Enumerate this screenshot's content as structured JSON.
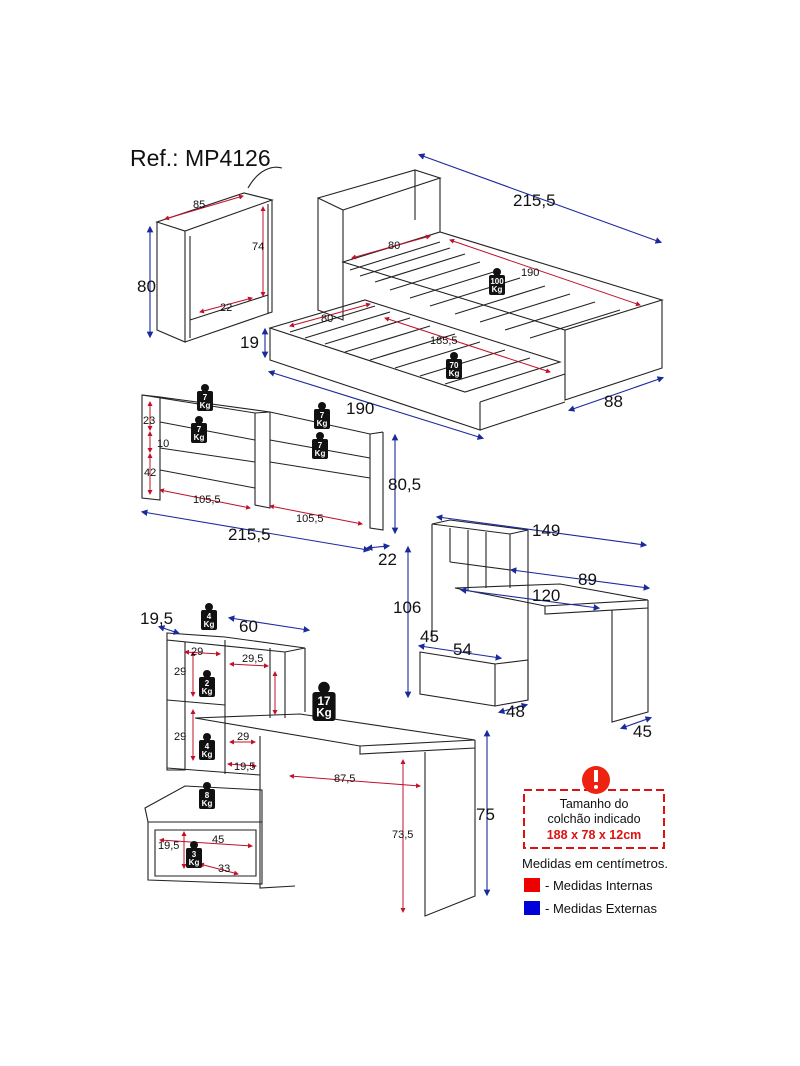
{
  "ref": "Ref.: MP4126",
  "colors": {
    "external": "#1a2a9c",
    "internal": "#c0102a",
    "weight_badge": "#111111",
    "warning_red": "#dd1111"
  },
  "bed": {
    "nightstand": {
      "width": "85",
      "height": "80",
      "inner_height": "74",
      "inner_depth": "22"
    },
    "length": "215,5",
    "width": "88",
    "height_label": "190",
    "mattress_top_w": "80",
    "mattress_top_l": "190",
    "trundle_w": "80",
    "trundle_l": "185,5",
    "trundle_h": "19",
    "weights": {
      "top": [
        "100",
        "Kg"
      ],
      "trundle": [
        "70",
        "Kg"
      ]
    }
  },
  "shelf": {
    "top": "23",
    "mid": "10",
    "bottom": "42",
    "left_w": "105,5",
    "right_w": "105,5",
    "width": "215,5",
    "height": "80,5",
    "depth": "22",
    "weight": [
      "7",
      "Kg"
    ]
  },
  "desk_right": {
    "width": "149",
    "top": "89",
    "desk": "120",
    "height": "106",
    "drawer_a": "45",
    "drawer_b": "54",
    "depth": "48",
    "desk_depth": "45"
  },
  "desk_left": {
    "depth": "19,5",
    "width": "60",
    "c1": "29",
    "c2": "29,5",
    "h1": "29",
    "h2": "29",
    "c3": "29",
    "b_depth": "19,5",
    "desk_len": "87,5",
    "drawer_w": "45",
    "drawer_h": "19,5",
    "drawer_d": "33",
    "inner_h": "73,5",
    "height": "75",
    "w_top": [
      "4",
      "Kg"
    ],
    "w_a": [
      "2",
      "Kg"
    ],
    "w_b": [
      "4",
      "Kg"
    ],
    "w_c": [
      "8",
      "Kg"
    ],
    "w_d": [
      "3",
      "Kg"
    ],
    "w_desk": [
      "17",
      "Kg"
    ]
  },
  "notice": {
    "line1": "Tamanho do",
    "line2": "colchão indicado",
    "line3": "188 x 78 x 12cm"
  },
  "legend": {
    "title": "Medidas em centímetros.",
    "internal": "- Medidas Internas",
    "external": "- Medidas Externas"
  }
}
